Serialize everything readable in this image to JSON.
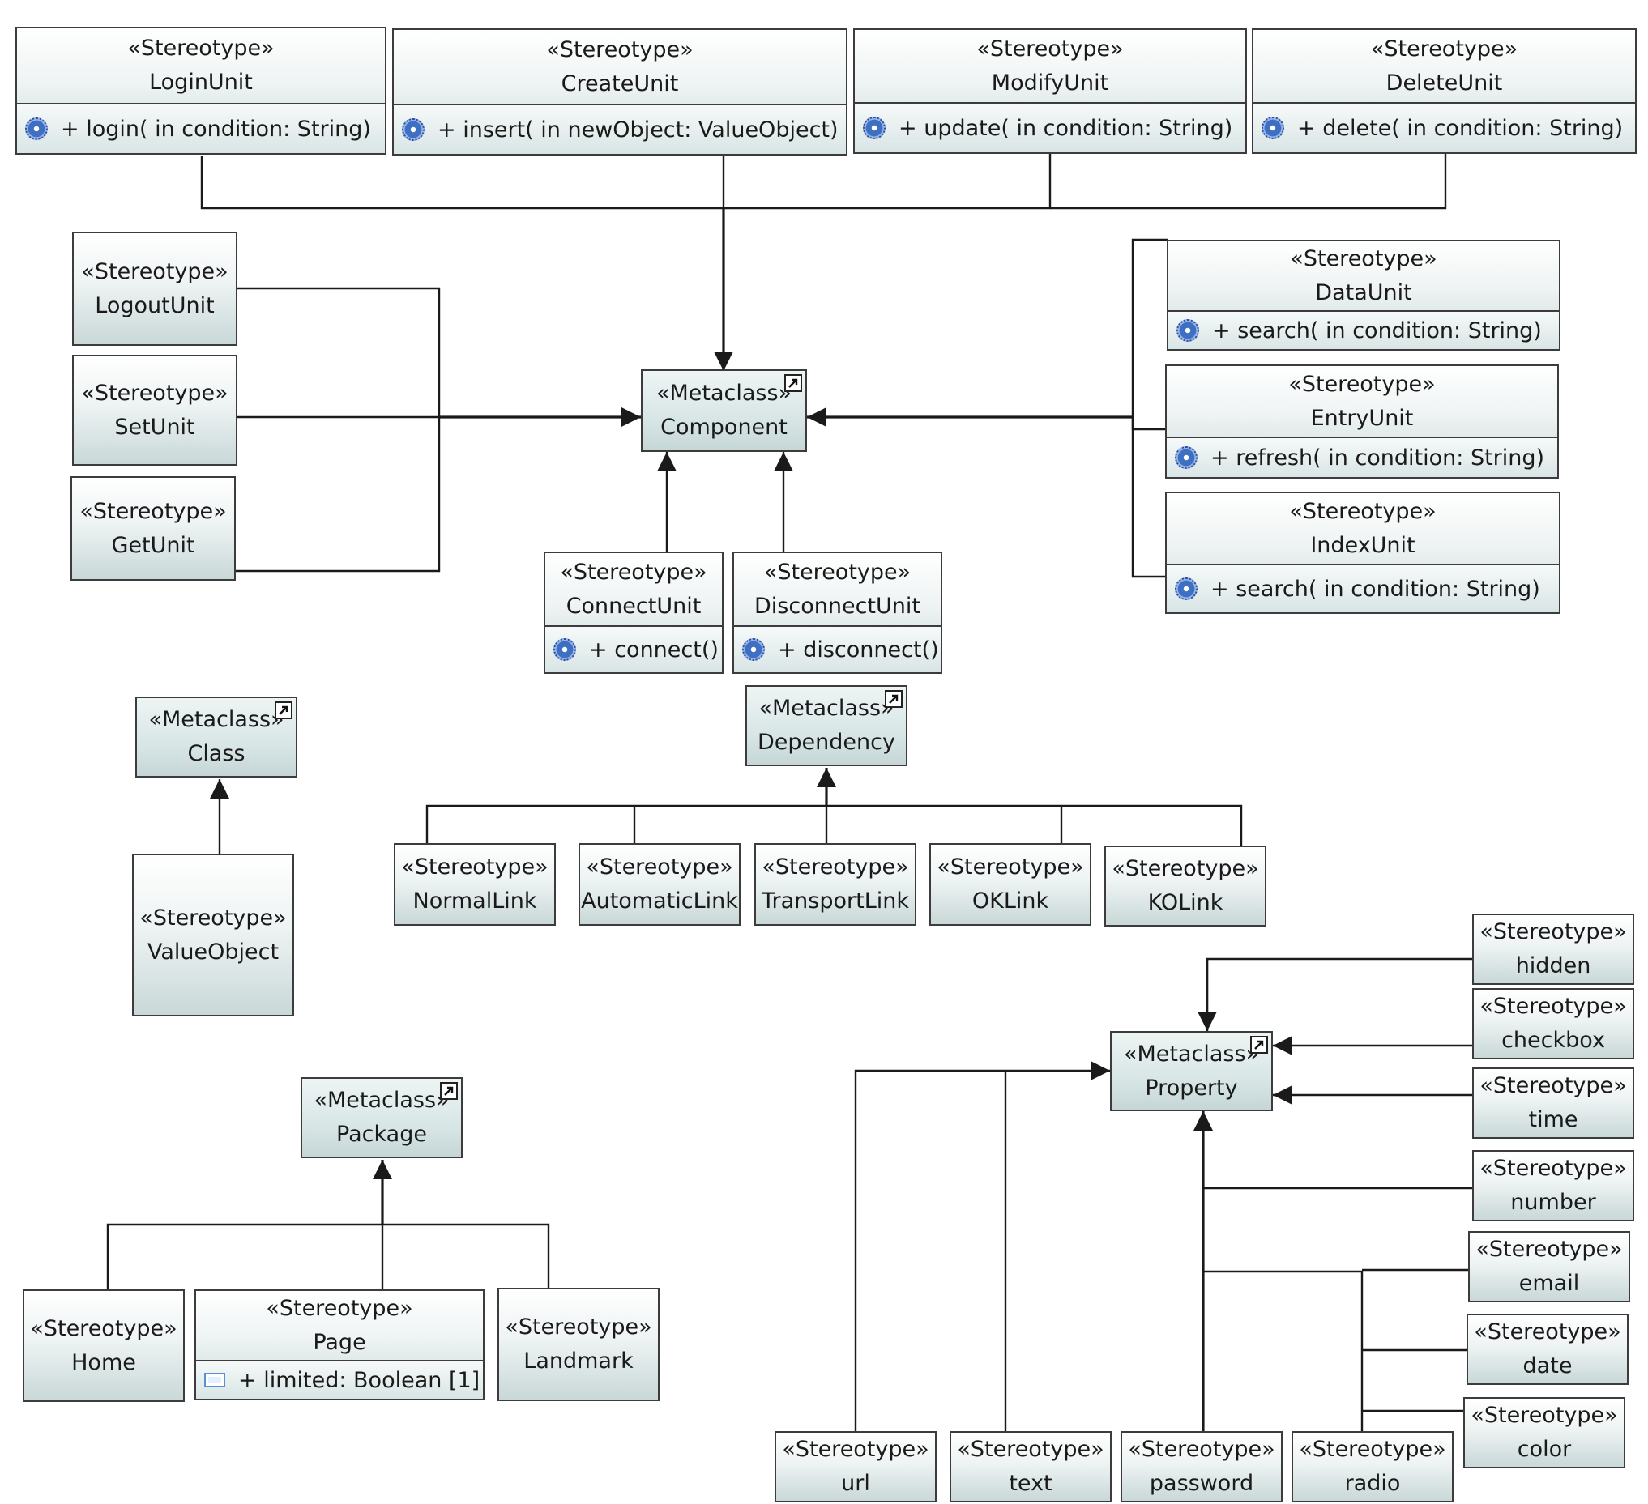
{
  "ops": {
    "login": "+ login(  in condition: String)",
    "insert": "+ insert(  in newObject: ValueObject)",
    "update": "+ update(  in condition: String)",
    "delete": "+ delete(  in condition: String)",
    "search": "+ search(  in condition: String)",
    "refresh": "+ refresh(  in condition: String)",
    "connect": "+ connect()",
    "disconnect": "+ disconnect()"
  },
  "attrs": {
    "limited": "+ limited: Boolean [1]"
  },
  "nodes": {
    "login_unit": {
      "keyword": "«Stereotype»",
      "name": "LoginUnit"
    },
    "create_unit": {
      "keyword": "«Stereotype»",
      "name": "CreateUnit"
    },
    "modify_unit": {
      "keyword": "«Stereotype»",
      "name": "ModifyUnit"
    },
    "delete_unit": {
      "keyword": "«Stereotype»",
      "name": "DeleteUnit"
    },
    "logout_unit": {
      "keyword": "«Stereotype»",
      "name": "LogoutUnit"
    },
    "set_unit": {
      "keyword": "«Stereotype»",
      "name": "SetUnit"
    },
    "get_unit": {
      "keyword": "«Stereotype»",
      "name": "GetUnit"
    },
    "component": {
      "keyword": "«Metaclass»",
      "name": "Component"
    },
    "data_unit": {
      "keyword": "«Stereotype»",
      "name": "DataUnit"
    },
    "entry_unit": {
      "keyword": "«Stereotype»",
      "name": "EntryUnit"
    },
    "index_unit": {
      "keyword": "«Stereotype»",
      "name": "IndexUnit"
    },
    "connect_unit": {
      "keyword": "«Stereotype»",
      "name": "ConnectUnit"
    },
    "disconnect_unit": {
      "keyword": "«Stereotype»",
      "name": "DisconnectUnit"
    },
    "class_meta": {
      "keyword": "«Metaclass»",
      "name": "Class"
    },
    "value_object": {
      "keyword": "«Stereotype»",
      "name": "ValueObject"
    },
    "dependency": {
      "keyword": "«Metaclass»",
      "name": "Dependency"
    },
    "normal_link": {
      "keyword": "«Stereotype»",
      "name": "NormalLink"
    },
    "automatic_link": {
      "keyword": "«Stereotype»",
      "name": "AutomaticLink"
    },
    "transport_link": {
      "keyword": "«Stereotype»",
      "name": "TransportLink"
    },
    "ok_link": {
      "keyword": "«Stereotype»",
      "name": "OKLink"
    },
    "ko_link": {
      "keyword": "«Stereotype»",
      "name": "KOLink"
    },
    "package_meta": {
      "keyword": "«Metaclass»",
      "name": "Package"
    },
    "home": {
      "keyword": "«Stereotype»",
      "name": "Home"
    },
    "page": {
      "keyword": "«Stereotype»",
      "name": "Page"
    },
    "landmark": {
      "keyword": "«Stereotype»",
      "name": "Landmark"
    },
    "property": {
      "keyword": "«Metaclass»",
      "name": "Property"
    },
    "hidden": {
      "keyword": "«Stereotype»",
      "name": "hidden"
    },
    "checkbox": {
      "keyword": "«Stereotype»",
      "name": "checkbox"
    },
    "time": {
      "keyword": "«Stereotype»",
      "name": "time"
    },
    "number": {
      "keyword": "«Stereotype»",
      "name": "number"
    },
    "email": {
      "keyword": "«Stereotype»",
      "name": "email"
    },
    "date": {
      "keyword": "«Stereotype»",
      "name": "date"
    },
    "color": {
      "keyword": "«Stereotype»",
      "name": "color"
    },
    "url": {
      "keyword": "«Stereotype»",
      "name": "url"
    },
    "text": {
      "keyword": "«Stereotype»",
      "name": "text"
    },
    "password": {
      "keyword": "«Stereotype»",
      "name": "password"
    },
    "radio": {
      "keyword": "«Stereotype»",
      "name": "radio"
    }
  },
  "links": [
    {
      "from": "login_unit",
      "to": "component"
    },
    {
      "from": "create_unit",
      "to": "component"
    },
    {
      "from": "modify_unit",
      "to": "component"
    },
    {
      "from": "delete_unit",
      "to": "component"
    },
    {
      "from": "logout_unit",
      "to": "component"
    },
    {
      "from": "set_unit",
      "to": "component"
    },
    {
      "from": "get_unit",
      "to": "component"
    },
    {
      "from": "data_unit",
      "to": "component"
    },
    {
      "from": "entry_unit",
      "to": "component"
    },
    {
      "from": "index_unit",
      "to": "component"
    },
    {
      "from": "connect_unit",
      "to": "component"
    },
    {
      "from": "disconnect_unit",
      "to": "component"
    },
    {
      "from": "value_object",
      "to": "class_meta"
    },
    {
      "from": "normal_link",
      "to": "dependency"
    },
    {
      "from": "automatic_link",
      "to": "dependency"
    },
    {
      "from": "transport_link",
      "to": "dependency"
    },
    {
      "from": "ok_link",
      "to": "dependency"
    },
    {
      "from": "ko_link",
      "to": "dependency"
    },
    {
      "from": "home",
      "to": "package_meta"
    },
    {
      "from": "page",
      "to": "package_meta"
    },
    {
      "from": "landmark",
      "to": "package_meta"
    },
    {
      "from": "hidden",
      "to": "property"
    },
    {
      "from": "checkbox",
      "to": "property"
    },
    {
      "from": "time",
      "to": "property"
    },
    {
      "from": "number",
      "to": "property"
    },
    {
      "from": "email",
      "to": "property"
    },
    {
      "from": "date",
      "to": "property"
    },
    {
      "from": "color",
      "to": "property"
    },
    {
      "from": "url",
      "to": "property"
    },
    {
      "from": "text",
      "to": "property"
    },
    {
      "from": "password",
      "to": "property"
    },
    {
      "from": "radio",
      "to": "property"
    }
  ],
  "colors": {
    "line": "#1a1a1a",
    "border": "#3c3c3c",
    "box_light": "#ffffff",
    "box_dark": "#c9d8d8",
    "op_icon": "#3d6fc2",
    "attr_icon": "#5a8fd0"
  }
}
